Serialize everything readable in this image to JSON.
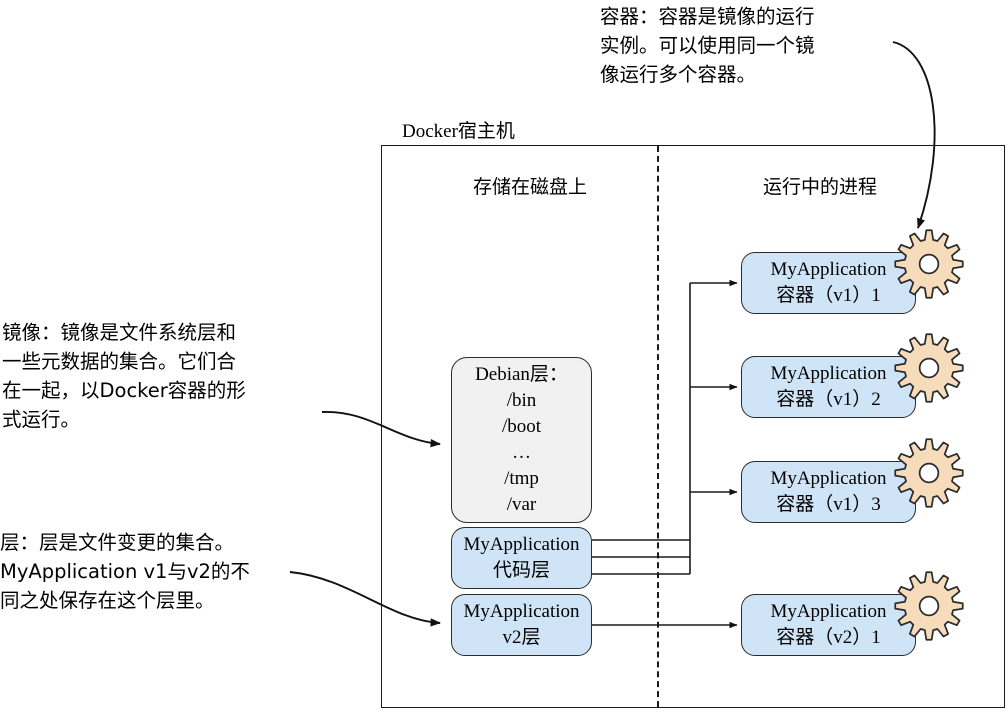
{
  "annotations": {
    "container_note": "容器：容器是镜像的运行\n实例。可以使用同一个镜\n像运行多个容器。",
    "image_note": "镜像：镜像是文件系统层和\n一些元数据的集合。它们合\n在一起，以Docker容器的形\n式运行。",
    "layer_note": "层：层是文件变更的集合。\nMyApplication v1与v2的不\n同之处保存在这个层里。"
  },
  "host": {
    "title": "Docker宿主机",
    "columns": [
      {
        "label": "存储在磁盘上"
      },
      {
        "label": "运行中的进程"
      }
    ]
  },
  "layers": [
    {
      "name": "debian-layer",
      "lines": [
        "Debian层：",
        "/bin",
        "/boot",
        "…",
        "/tmp",
        "/var"
      ],
      "fill": "#f1f1f1"
    },
    {
      "name": "myapplication-code-layer",
      "line1": "MyApplication",
      "line2": "代码层",
      "fill": "#cfe5f7"
    },
    {
      "name": "myapplication-v2-layer",
      "line1": "MyApplication",
      "line2": "v2层",
      "fill": "#cfe5f7"
    }
  ],
  "containers": [
    {
      "line1": "MyApplication",
      "line2": "容器（v1）1"
    },
    {
      "line1": "MyApplication",
      "line2": "容器（v1）2"
    },
    {
      "line1": "MyApplication",
      "line2": "容器（v1）3"
    },
    {
      "line1": "MyApplication",
      "line2": "容器（v2）1"
    }
  ],
  "icons": {
    "gear": "gear-icon"
  },
  "colors": {
    "layer_blue": "#cfe5f7",
    "layer_gray": "#f1f1f1",
    "gear_fill": "#f7dcbc",
    "stroke": "#1a1a1a",
    "background": "#ffffff"
  }
}
